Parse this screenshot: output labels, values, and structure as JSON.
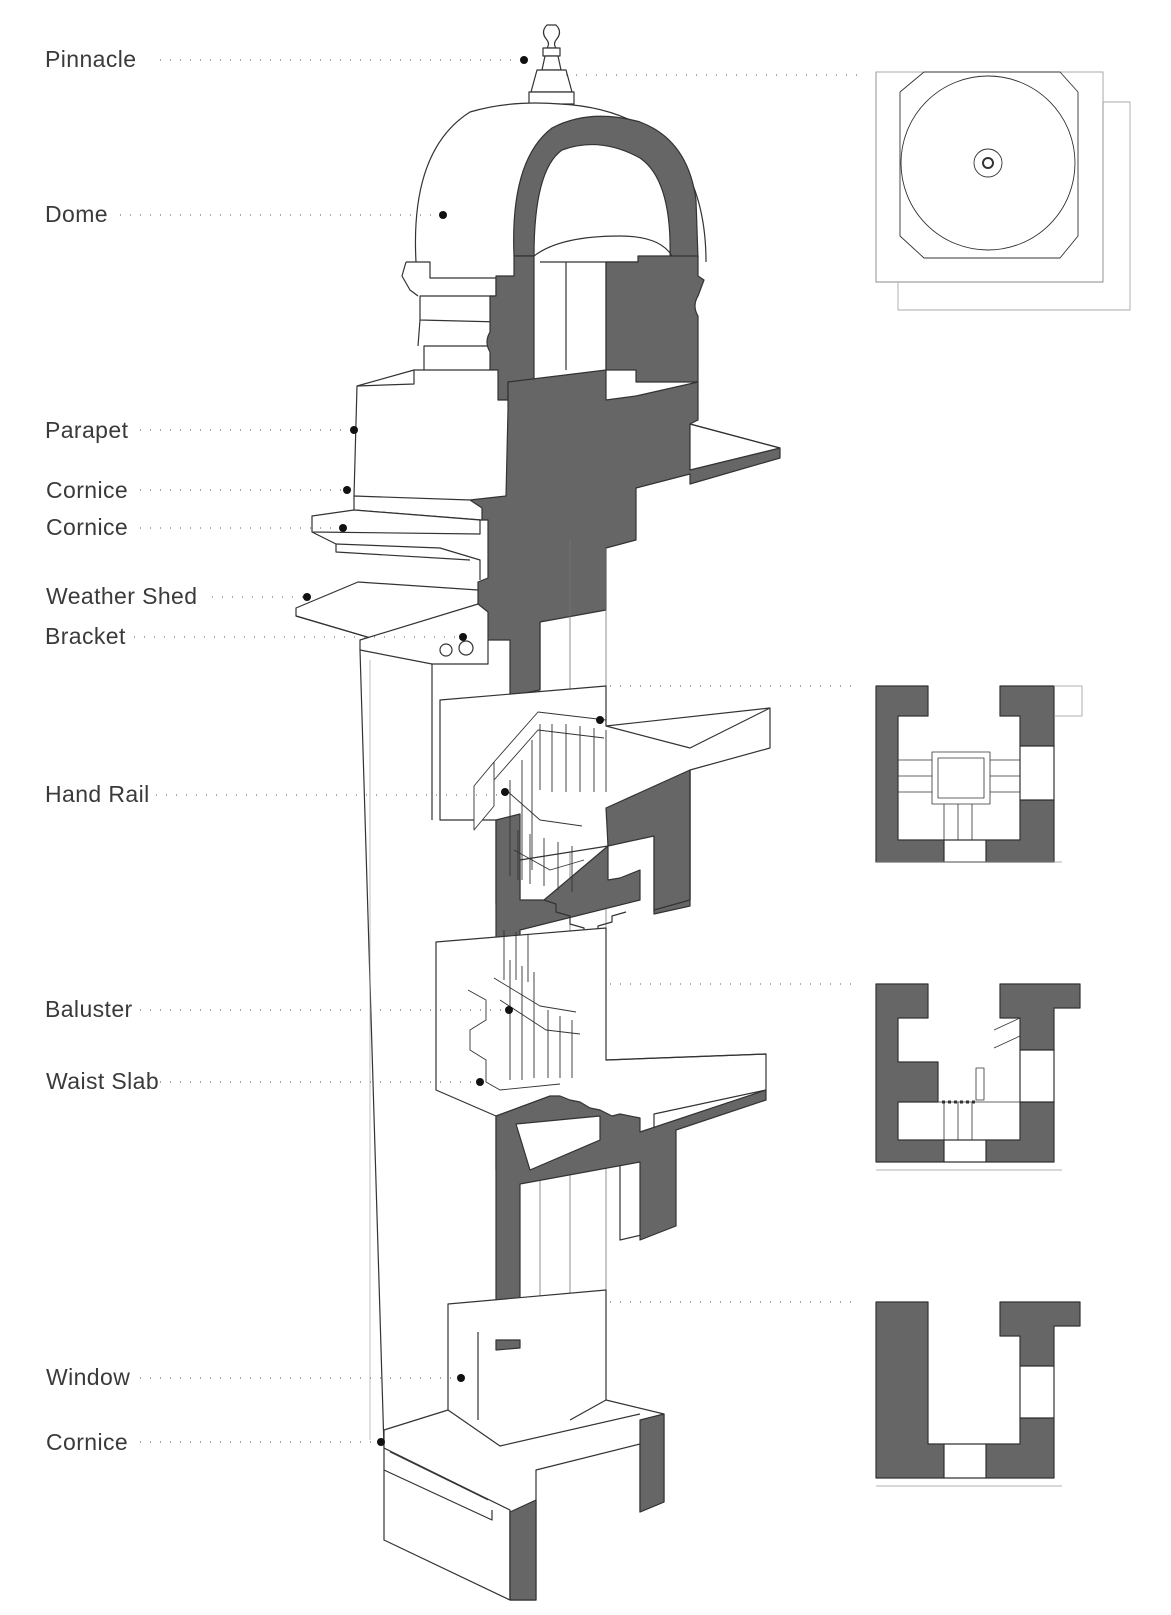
{
  "labels": {
    "pinnacle": "Pinnacle",
    "dome": "Dome",
    "parapet": "Parapet",
    "cornice_1": "Cornice",
    "cornice_2": "Cornice",
    "weather_shed": "Weather Shed",
    "bracket": "Bracket",
    "hand_rail": "Hand Rail",
    "baluster": "Baluster",
    "waist_slab": "Waist Slab",
    "window": "Window",
    "cornice_3": "Cornice"
  },
  "colors": {
    "section_fill": "#666666",
    "line": "#333333",
    "leader": "#777777",
    "light_line": "#bdbdbd",
    "text": "#3a3a3a"
  }
}
